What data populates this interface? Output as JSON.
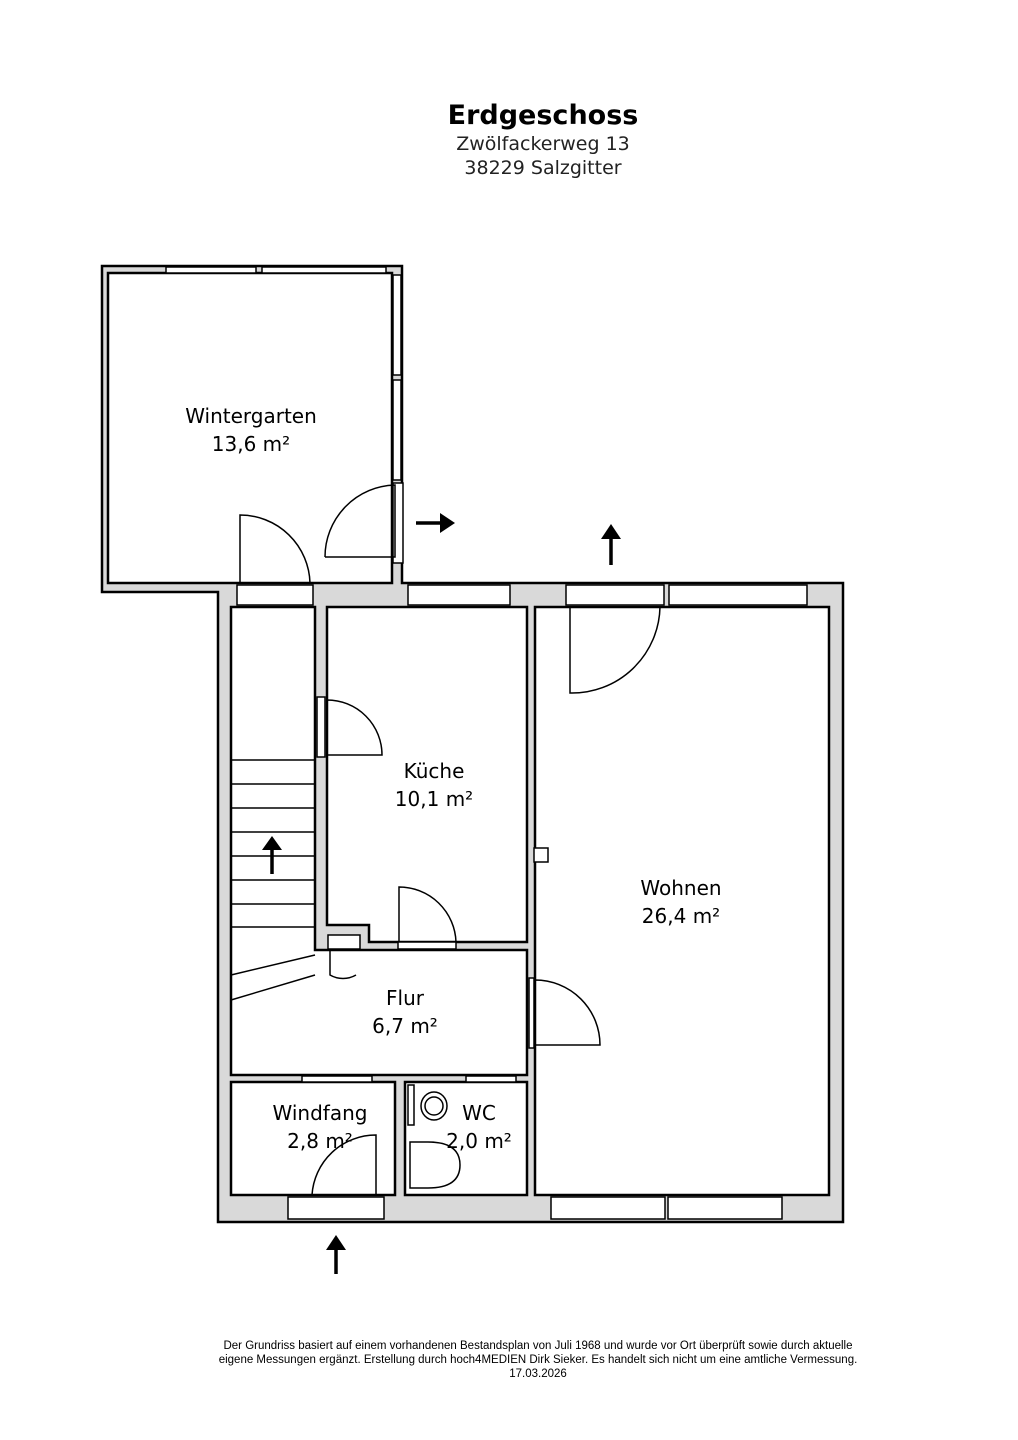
{
  "header": {
    "title": "Erdgeschoss",
    "street": "Zwölfackerweg 13",
    "city": "38229 Salzgitter"
  },
  "rooms": [
    {
      "name": "Wintergarten",
      "area": "13,6 m²"
    },
    {
      "name": "Küche",
      "area": "10,1 m²"
    },
    {
      "name": "Wohnen",
      "area": "26,4 m²"
    },
    {
      "name": "Flur",
      "area": "6,7 m²"
    },
    {
      "name": "Windfang",
      "area": "2,8 m²"
    },
    {
      "name": "WC",
      "area": "2,0 m²"
    }
  ],
  "footer": {
    "line1": "Der Grundriss basiert auf einem vorhandenen Bestandsplan von Juli 1968 und wurde vor Ort überprüft sowie durch aktuelle",
    "line2": "eigene Messungen ergänzt. Erstellung durch hoch4MEDIEN Dirk Sieker. Es handelt sich nicht um eine amtliche Vermessung.",
    "date": "17.03.2026"
  },
  "colors": {
    "wall": "#d9d9d9",
    "line": "#000000"
  }
}
